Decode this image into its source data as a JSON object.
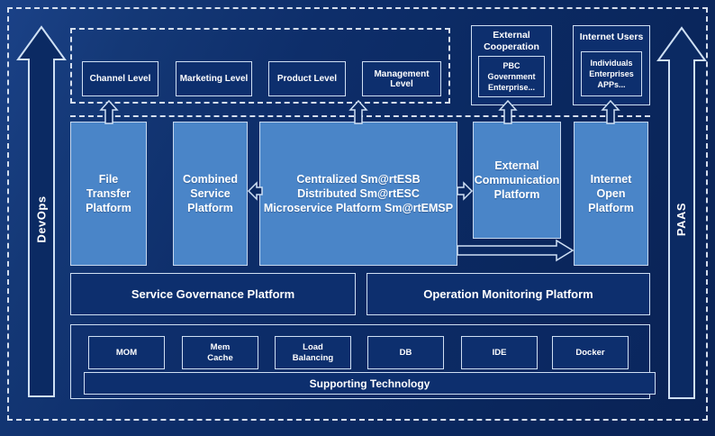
{
  "colors": {
    "background_navy": "#0b2a63",
    "box_navy_fill": "#0d2f6e",
    "platform_blue": "#4a85c8",
    "border_light": "#cfdff3",
    "text": "#ffffff"
  },
  "rails": {
    "devops_label": "DevOps",
    "paas_label": "PAAS"
  },
  "top": {
    "levels": {
      "items": [
        "Channel Level",
        "Marketing Level",
        "Product Level",
        "Management Level"
      ]
    },
    "external_cooperation": {
      "title": "External\nCooperation",
      "body": "PBC Government\nEnterprise..."
    },
    "internet_users": {
      "title": "Internet Users",
      "body": "Individuals\nEnterprises\nAPPs..."
    }
  },
  "platforms": {
    "file_transfer": "File\nTransfer\nPlatform",
    "combined_service": "Combined\nService\nPlatform",
    "central": "Centralized Sm@rtESB\nDistributed Sm@rtESC\nMicroservice Platform Sm@rtEMSP",
    "external_communication": "External\nCommunication\nPlatform",
    "internet_open": "Internet\nOpen\nPlatform"
  },
  "governance": {
    "service_governance": "Service Governance Platform",
    "operation_monitoring": "Operation Monitoring Platform"
  },
  "technology": {
    "items": [
      "MOM",
      "Mem\nCache",
      "Load\nBalancing",
      "DB",
      "IDE",
      "Docker"
    ],
    "supporting_bar": "Supporting Technology"
  }
}
